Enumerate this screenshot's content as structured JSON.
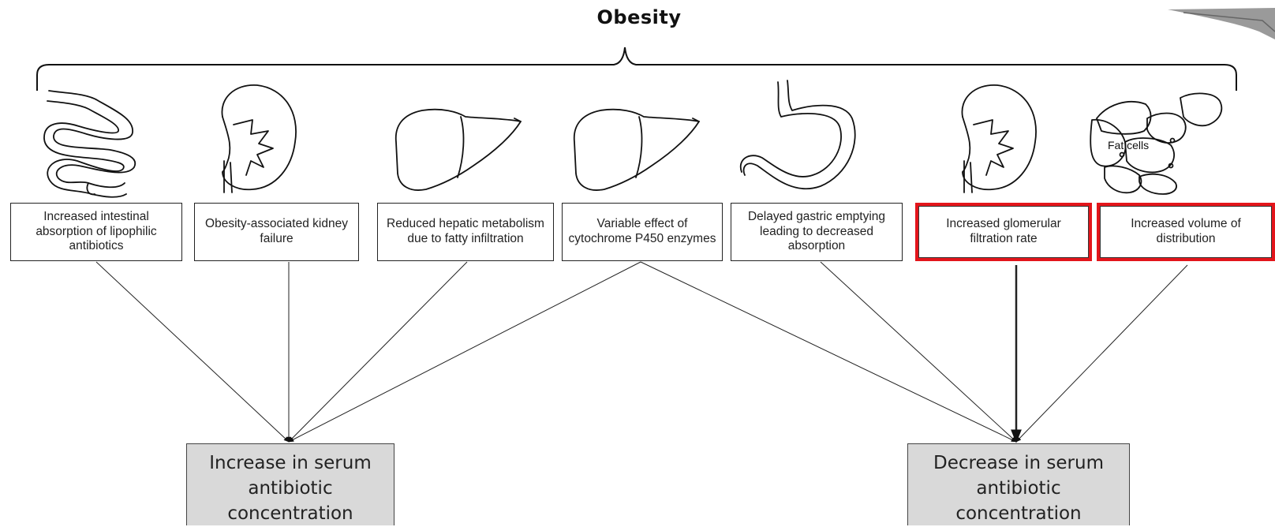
{
  "title": "Obesity",
  "organ_icons": {
    "intestine": "small-intestine-icon",
    "kidney": "kidney-icon",
    "liver": "liver-icon",
    "stomach": "stomach-icon",
    "fat": "fat-cells-icon"
  },
  "fat_cells_label": "Fat cells",
  "factors": [
    {
      "text": "Increased intestinal absorption of lipophilic antibiotics",
      "highlight": false
    },
    {
      "text": "Obesity-associated kidney failure",
      "highlight": false
    },
    {
      "text": "Reduced hepatic metabolism due to fatty infiltration",
      "highlight": false
    },
    {
      "text": "Variable effect of cytochrome P450 enzymes",
      "highlight": false
    },
    {
      "text": "Delayed gastric emptying leading to decreased absorption",
      "highlight": false
    },
    {
      "text": "Increased glomerular filtration rate",
      "highlight": true
    },
    {
      "text": "Increased volume of distribution",
      "highlight": true
    }
  ],
  "outcomes": [
    {
      "text": "Increase in serum antibiotic concentration"
    },
    {
      "text": "Decrease in serum antibiotic concentration"
    }
  ],
  "colors": {
    "highlight_border": "#e3151b",
    "outcome_fill": "#d9d9d9"
  }
}
